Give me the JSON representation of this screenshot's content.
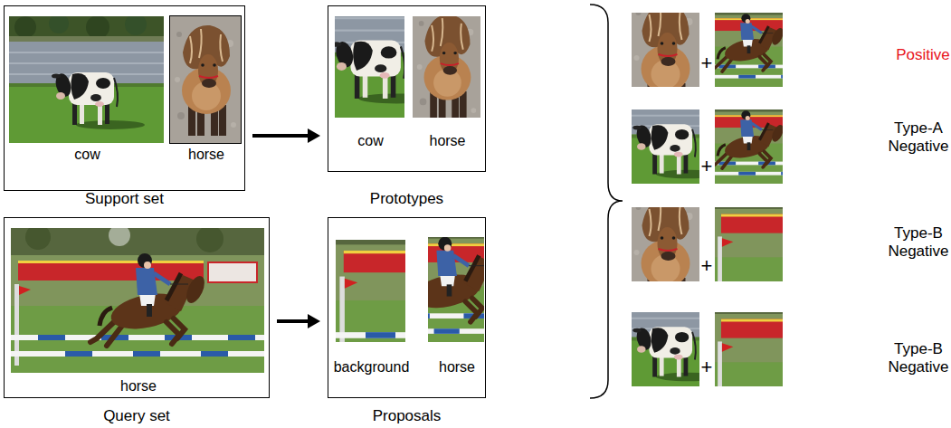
{
  "diagram": {
    "nodes": [
      {
        "text": [
          "Support set"
        ]
      },
      {
        "text": [
          "cow"
        ],
        "in": 0
      },
      {
        "text": [
          "horse"
        ],
        "in": 0
      },
      {
        "text": [
          "Prototypes"
        ]
      },
      {
        "text": [
          "cow"
        ],
        "in": 3
      },
      {
        "text": [
          "horse"
        ],
        "in": 3
      },
      {
        "text": [
          "Query set"
        ]
      },
      {
        "text": [
          "horse"
        ],
        "in": 6
      },
      {
        "text": [
          "Proposals"
        ]
      },
      {
        "text": [
          "background"
        ],
        "in": 8
      },
      {
        "text": [
          "horse"
        ],
        "in": 8
      }
    ],
    "edges": [
      {
        "from": 0,
        "to": 3,
        "arrow": "to"
      },
      {
        "from": 6,
        "to": 8,
        "arrow": "to"
      }
    ],
    "labels": [
      "+",
      "+",
      "+",
      "+",
      "Positive",
      "Type-A Negative",
      "Type-B Negative",
      "Type-B Negative"
    ]
  }
}
